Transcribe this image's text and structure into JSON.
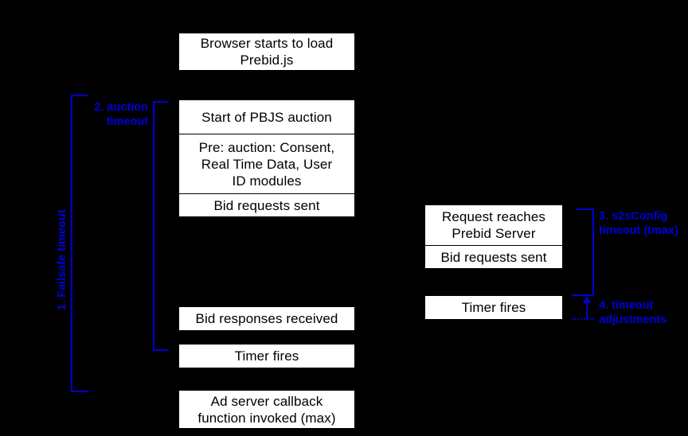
{
  "diagram": {
    "title": "Prebid.js timeout sequence diagram",
    "colors": {
      "background": "#000000",
      "box_fill": "#ffffff",
      "box_text": "#000000",
      "annotation": "#0000d8"
    },
    "client_column": {
      "boxes": [
        {
          "name": "browser-load",
          "lines": [
            "Browser starts to load",
            "Prebid.js"
          ]
        },
        {
          "name": "start-auction",
          "lines": [
            "Start of PBJS auction"
          ]
        },
        {
          "name": "pre-auction-modules",
          "lines": [
            "Pre: auction: Consent,",
            "Real Time Data, User",
            "ID modules"
          ]
        },
        {
          "name": "bid-requests-sent",
          "lines": [
            "Bid requests sent"
          ]
        },
        {
          "name": "bid-responses-received",
          "lines": [
            "Bid responses received"
          ]
        },
        {
          "name": "timer-fires",
          "lines": [
            "Timer fires"
          ]
        },
        {
          "name": "ad-server-callback",
          "lines": [
            "Ad server callback",
            "function invoked (max)"
          ]
        }
      ]
    },
    "server_column": {
      "boxes": [
        {
          "name": "request-reaches-server",
          "lines": [
            "Request reaches",
            "Prebid Server"
          ]
        },
        {
          "name": "server-bid-requests-sent",
          "lines": [
            "Bid requests sent"
          ]
        },
        {
          "name": "server-timer-fires",
          "lines": [
            "Timer fires"
          ]
        }
      ]
    },
    "annotations": [
      {
        "id": "failsafe",
        "number": "1.",
        "text": "1. Failsafe timeout",
        "orientation": "vertical",
        "side": "left"
      },
      {
        "id": "auction-timeout",
        "number": "2.",
        "lines": [
          "2. auction",
          "timeout"
        ],
        "orientation": "horizontal",
        "side": "left"
      },
      {
        "id": "s2sconfig-timeout",
        "number": "3.",
        "lines": [
          "3. s2sConfig",
          "timeout (tmax)"
        ],
        "orientation": "horizontal",
        "side": "right"
      },
      {
        "id": "timeout-adjustments",
        "number": "4.",
        "lines": [
          "4. timeout",
          "adjustments"
        ],
        "orientation": "horizontal",
        "side": "right",
        "marker": "up-arrow"
      }
    ]
  }
}
